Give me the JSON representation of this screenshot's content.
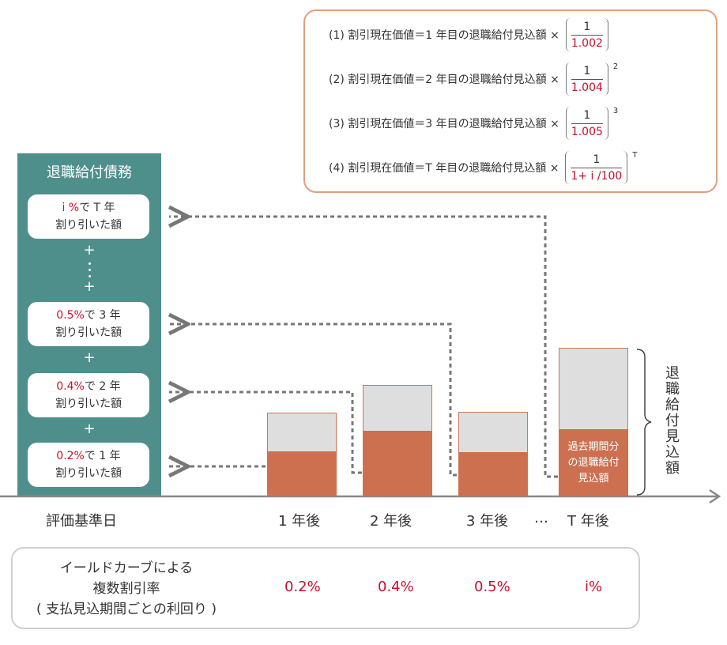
{
  "formulas": [
    {
      "text": "(1) 割引現在価値＝1 年目の退職給付見込額 ×",
      "num": "1",
      "den": "1.002",
      "exp": ""
    },
    {
      "text": "(2) 割引現在価値＝2 年目の退職給付見込額 ×",
      "num": "1",
      "den": "1.004",
      "exp": "2"
    },
    {
      "text": "(3) 割引現在価値＝3 年目の退職給付見込額 ×",
      "num": "1",
      "den": "1.005",
      "exp": "3"
    },
    {
      "text": "(4) 割引現在価値＝T 年目の退職給付見込額 ×",
      "num": "1",
      "den": "1+ i /100",
      "exp": "T"
    }
  ],
  "obligation": {
    "title": "退職給付債務",
    "cards": [
      {
        "rate": "i %",
        "rest": "で T 年",
        "line2": "割り引いた額"
      },
      {
        "rate": "0.5%",
        "rest": "で 3 年",
        "line2": "割り引いた額"
      },
      {
        "rate": "0.4%",
        "rest": "で 2 年",
        "line2": "割り引いた額"
      },
      {
        "rate": "0.2%",
        "rest": "で 1 年",
        "line2": "割り引いた額"
      }
    ],
    "plus": "+"
  },
  "bar_t_label": [
    "過去期間分",
    "の退職給付",
    "見込額"
  ],
  "vertical_label": "退職給付見込額",
  "axis": {
    "origin": "評価基準日",
    "labels": [
      "1 年後",
      "2 年後",
      "3 年後",
      "…",
      "T 年後"
    ]
  },
  "rates": {
    "label_lines": [
      "イールドカーブによる",
      "複数割引率",
      "( 支払見込期間ごとの利回り )"
    ],
    "values": [
      "0.2%",
      "0.4%",
      "0.5%",
      "i%"
    ]
  },
  "colors": {
    "teal": "#4e8f8c",
    "bar_orange": "#cd7050",
    "bar_gray": "#dedede",
    "rate_red": "#c8102e",
    "box_border": "#e0a07f"
  }
}
